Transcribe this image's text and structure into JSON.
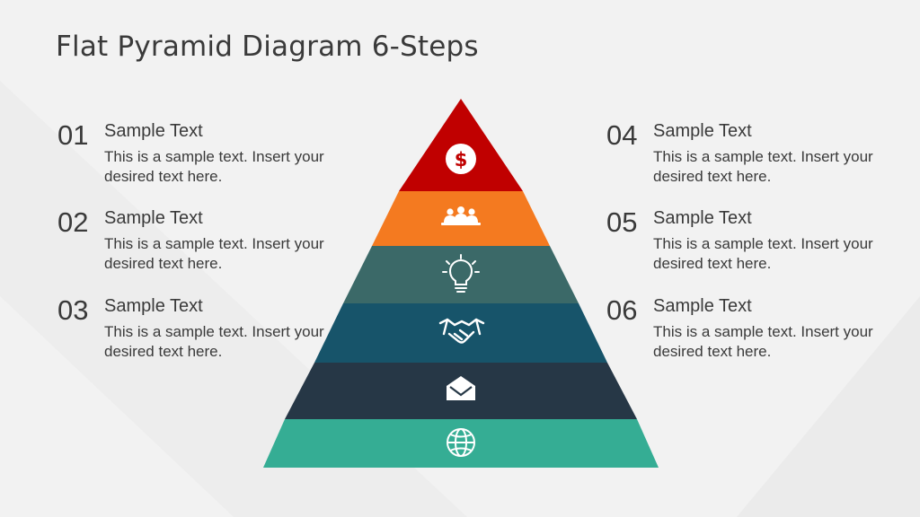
{
  "title": "Flat Pyramid Diagram 6-Steps",
  "steps": [
    {
      "number": "01",
      "heading": "Sample Text",
      "body": "This is a sample text. Insert your desired text here."
    },
    {
      "number": "02",
      "heading": "Sample Text",
      "body": "This is a sample text. Insert your desired text here."
    },
    {
      "number": "03",
      "heading": "Sample Text",
      "body": "This is a sample text. Insert your desired text here."
    },
    {
      "number": "04",
      "heading": "Sample Text",
      "body": "This is a sample text. Insert your desired text here."
    },
    {
      "number": "05",
      "heading": "Sample Text",
      "body": "This is a sample text. Insert your desired text here."
    },
    {
      "number": "06",
      "heading": "Sample Text",
      "body": "This is a sample text. Insert your desired text here."
    }
  ],
  "pyramid": {
    "layers": [
      {
        "color": "#c00000",
        "shadow": "#7d0a0a",
        "icon": "dollar-icon"
      },
      {
        "color": "#f47a20",
        "shadow": "#a84e0f",
        "icon": "team-icon"
      },
      {
        "color": "#3b6968",
        "shadow": "#1f403f",
        "icon": "lightbulb-icon"
      },
      {
        "color": "#17546a",
        "shadow": "#0c3342",
        "icon": "handshake-icon"
      },
      {
        "color": "#263746",
        "shadow": "#131d26",
        "icon": "envelope-icon"
      },
      {
        "color": "#35ad94",
        "shadow": "#1f7a67",
        "icon": "globe-icon"
      }
    ]
  }
}
